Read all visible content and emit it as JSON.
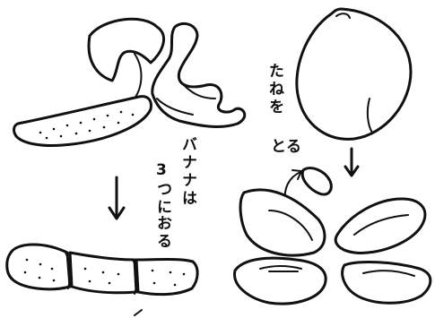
{
  "labels": {
    "remove_pit": "たねを",
    "remove_pit_2": "とる",
    "banana_line1": "バナナは",
    "banana_line2_num": "3",
    "banana_line2": "つに",
    "banana_line3": "おる"
  },
  "colors": {
    "ink": "#111111",
    "paper": "#ffffff"
  }
}
